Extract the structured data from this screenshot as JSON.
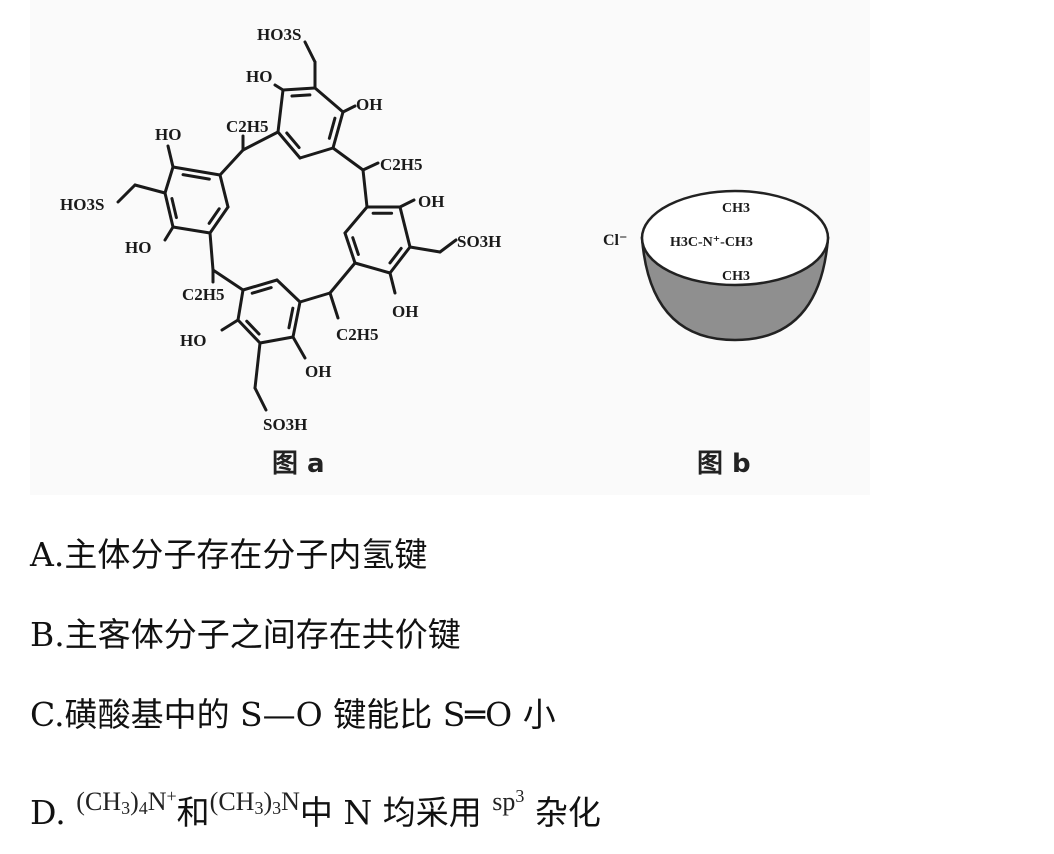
{
  "figure_a": {
    "caption": "图 a",
    "labels": {
      "top_sulfonic": "HO3S",
      "top_ho": "HO",
      "top_oh": "OH",
      "c2h5_top": "C2H5",
      "left_ho_top": "HO",
      "c2h5_right": "C2H5",
      "left_sulfonic": "HO3S",
      "right_oh_top": "OH",
      "right_sulfonic": "SO3H",
      "left_ho_bottom": "HO",
      "c2h5_bottom_left": "C2H5",
      "right_oh_bottom": "OH",
      "bottom_ho": "HO",
      "c2h5_bottom_right": "C2H5",
      "bottom_oh": "OH",
      "bottom_sulfonic": "SO3H"
    }
  },
  "figure_b": {
    "caption": "图 b",
    "anion": "Cl⁻",
    "guest_top": "CH3",
    "guest_middle": "H3C-N⁺-CH3",
    "guest_bottom": "CH3",
    "bowl_color": "#8f8f8f"
  },
  "options": {
    "a": "A.主体分子存在分子内氢键",
    "b": "B.主客体分子之间存在共价键",
    "c": "C.磺酸基中的 S—O 键能比 S═O 小",
    "d": {
      "prefix": "D.",
      "f1": {
        "open": "(CH",
        "sub1": "3",
        "close": ")",
        "sub2": "4",
        "atom": "N",
        "charge": "+"
      },
      "and": "和",
      "f2": {
        "open": "(CH",
        "sub1": "3",
        "close": ")",
        "sub2": "3",
        "atom": "N"
      },
      "mid": "中 N 均采用",
      "orbital": {
        "base": "sp",
        "exp": "3"
      },
      "suffix": " 杂化"
    }
  }
}
